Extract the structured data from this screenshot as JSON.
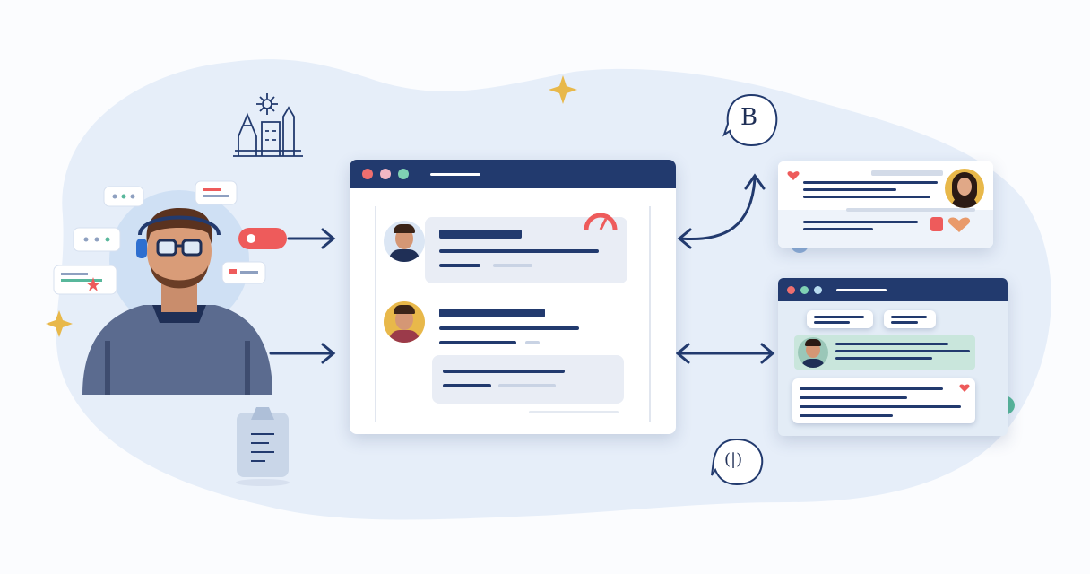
{
  "illustration": {
    "central_window": {
      "messages": [
        {
          "avatar": "man-avatar-1"
        },
        {
          "avatar": "man-avatar-2"
        }
      ]
    },
    "top_right_card": {
      "avatar": "woman-avatar"
    },
    "bottom_right_window": {
      "avatar": "man-avatar-3"
    },
    "icons": {
      "currency_symbol": "B",
      "sync_symbol": "(|)"
    },
    "colors": {
      "navy": "#223a6e",
      "red": "#ee5b5b",
      "green": "#58b79b",
      "gold": "#e8b84a",
      "blob": "#e4edf8"
    }
  }
}
